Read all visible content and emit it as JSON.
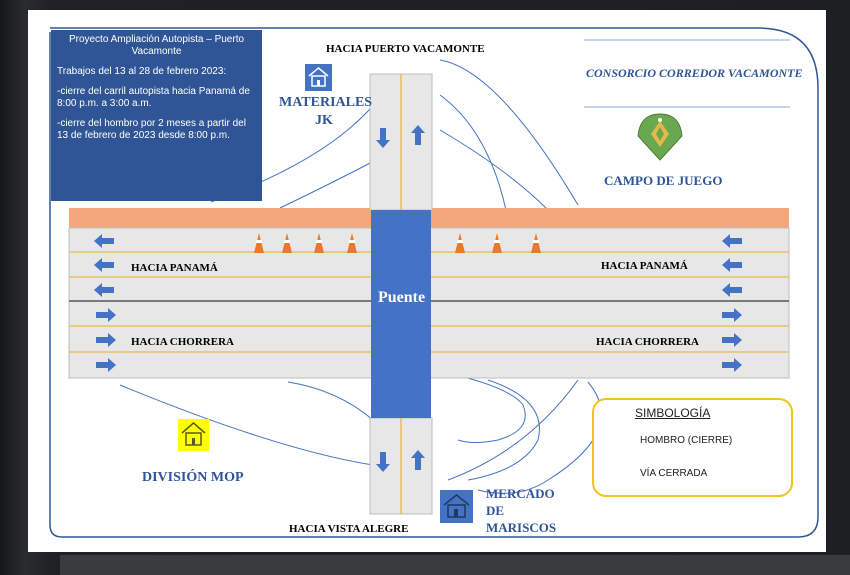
{
  "info": {
    "title": "Proyecto Ampliación Autopista – Puerto Vacamonte",
    "line1": "Trabajos del 13 al 28 de febrero 2023:",
    "line2": "-cierre del carril autopista hacia Panamá de 8:00 p.m. a 3:00 a.m.",
    "line3": "-cierre del hombro por 2 meses a partir del 13 de febrero de 2023 desde 8:00 p.m."
  },
  "labels": {
    "north": "HACIA PUERTO VACAMONTE",
    "south": "HACIA VISTA ALEGRE",
    "panama_left": "HACIA PANAMÁ",
    "panama_right": "HACIA PANAMÁ",
    "chorrera_left": "HACIA CHORRERA",
    "chorrera_right": "HACIA CHORRERA",
    "bridge": "Puente",
    "consorcio": "CONSORCIO CORREDOR VACAMONTE",
    "materiales_1": "MATERIALES",
    "materiales_2": "JK",
    "campo": "CAMPO DE JUEGO",
    "division": "DIVISIÓN MOP",
    "mercado_1": "MERCADO",
    "mercado_2": "DE",
    "mercado_3": "MARISCOS"
  },
  "legend": {
    "title": "SIMBOLOGÍA",
    "shoulder": "HOMBRO (CIERRE)",
    "closed": "VÍA CERRADA"
  },
  "icons": {
    "materiales": "building-icon",
    "campo": "baseball-field-icon",
    "division": "building-icon",
    "mercado": "building-icon",
    "cone": "traffic-cone-icon",
    "arrow": "direction-arrow-icon"
  },
  "colors": {
    "navy": "#2f5597",
    "shoulder": "#f4a77a",
    "road": "#e6e6e6",
    "lane_line": "#e6b84c",
    "bridge": "#4472c4",
    "arrow": "#4472c4",
    "highlight": "#ffff00"
  }
}
